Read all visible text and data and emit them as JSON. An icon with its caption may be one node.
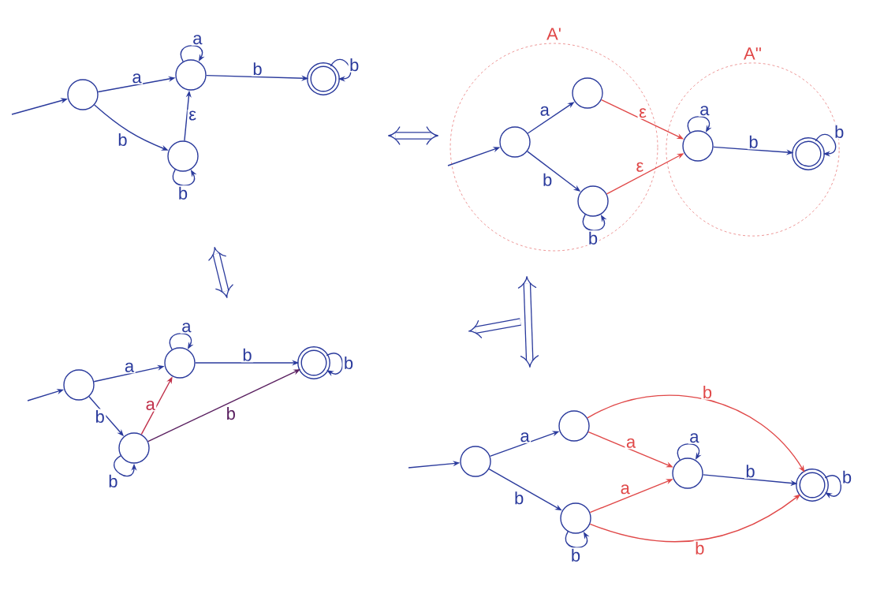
{
  "diagram": {
    "nodes": [
      {
        "text": [],
        "shape": "circle"
      },
      {
        "text": [],
        "shape": "circle"
      },
      {
        "text": [],
        "shape": "circle"
      },
      {
        "text": [],
        "shape": "double-circle"
      },
      {
        "text": [
          "A'"
        ]
      },
      {
        "text": [],
        "shape": "circle",
        "in": 4
      },
      {
        "text": [],
        "shape": "circle",
        "in": 4
      },
      {
        "text": [],
        "shape": "circle",
        "in": 4
      },
      {
        "text": [
          "A''"
        ]
      },
      {
        "text": [],
        "shape": "circle",
        "in": 8
      },
      {
        "text": [],
        "shape": "double-circle",
        "in": 8
      },
      {
        "text": [],
        "shape": "circle"
      },
      {
        "text": [],
        "shape": "circle"
      },
      {
        "text": [],
        "shape": "circle"
      },
      {
        "text": [],
        "shape": "double-circle"
      },
      {
        "text": [],
        "shape": "circle"
      },
      {
        "text": [],
        "shape": "circle"
      },
      {
        "text": [],
        "shape": "circle"
      },
      {
        "text": [],
        "shape": "circle"
      },
      {
        "text": [],
        "shape": "double-circle"
      }
    ],
    "edges": [
      {
        "from": null,
        "to": 0,
        "arrow": "to"
      },
      {
        "from": 0,
        "to": 1,
        "arrow": "to",
        "label": "a"
      },
      {
        "from": 0,
        "to": 2,
        "arrow": "to",
        "label": "b"
      },
      {
        "from": 2,
        "to": 1,
        "arrow": "to",
        "label": "ε"
      },
      {
        "from": 1,
        "to": 3,
        "arrow": "to",
        "label": "b"
      },
      {
        "from": 1,
        "to": 1,
        "arrow": "to",
        "label": "a"
      },
      {
        "from": 2,
        "to": 2,
        "arrow": "to",
        "label": "b"
      },
      {
        "from": 3,
        "to": 3,
        "arrow": "to",
        "label": "b"
      },
      {
        "from": null,
        "to": 5,
        "arrow": "to"
      },
      {
        "from": 5,
        "to": 6,
        "arrow": "to",
        "label": "a"
      },
      {
        "from": 5,
        "to": 7,
        "arrow": "to",
        "label": "b"
      },
      {
        "from": 6,
        "to": 9,
        "arrow": "to",
        "label": "ε",
        "color": "#e04848"
      },
      {
        "from": 7,
        "to": 9,
        "arrow": "to",
        "label": "ε",
        "color": "#e04848"
      },
      {
        "from": 9,
        "to": 10,
        "arrow": "to",
        "label": "b"
      },
      {
        "from": 7,
        "to": 7,
        "arrow": "to",
        "label": "b"
      },
      {
        "from": 9,
        "to": 9,
        "arrow": "to",
        "label": "a"
      },
      {
        "from": 10,
        "to": 10,
        "arrow": "to",
        "label": "b"
      },
      {
        "from": null,
        "to": 11,
        "arrow": "to"
      },
      {
        "from": 11,
        "to": 12,
        "arrow": "to",
        "label": "a"
      },
      {
        "from": 11,
        "to": 13,
        "arrow": "to",
        "label": "b"
      },
      {
        "from": 13,
        "to": 12,
        "arrow": "to",
        "label": "a",
        "color": "#c0304a"
      },
      {
        "from": 13,
        "to": 14,
        "arrow": "to",
        "label": "b",
        "color": "#5a2060"
      },
      {
        "from": 12,
        "to": 14,
        "arrow": "to",
        "label": "b"
      },
      {
        "from": 12,
        "to": 12,
        "arrow": "to",
        "label": "a"
      },
      {
        "from": 13,
        "to": 13,
        "arrow": "to",
        "label": "b"
      },
      {
        "from": 14,
        "to": 14,
        "arrow": "to",
        "label": "b"
      },
      {
        "from": null,
        "to": 15,
        "arrow": "to"
      },
      {
        "from": 15,
        "to": 16,
        "arrow": "to",
        "label": "a"
      },
      {
        "from": 15,
        "to": 18,
        "arrow": "to",
        "label": "b"
      },
      {
        "from": 16,
        "to": 17,
        "arrow": "to",
        "label": "a",
        "color": "#e04848"
      },
      {
        "from": 18,
        "to": 17,
        "arrow": "to",
        "label": "a",
        "color": "#e04848"
      },
      {
        "from": 17,
        "to": 19,
        "arrow": "to",
        "label": "b"
      },
      {
        "from": 16,
        "to": 19,
        "arrow": "to",
        "label": "b",
        "color": "#e04848"
      },
      {
        "from": 18,
        "to": 19,
        "arrow": "to",
        "label": "b",
        "color": "#e04848"
      },
      {
        "from": 17,
        "to": 17,
        "arrow": "to",
        "label": "a"
      },
      {
        "from": 18,
        "to": 18,
        "arrow": "to",
        "label": "b"
      },
      {
        "from": 19,
        "to": 19,
        "arrow": "to",
        "label": "b"
      }
    ]
  }
}
